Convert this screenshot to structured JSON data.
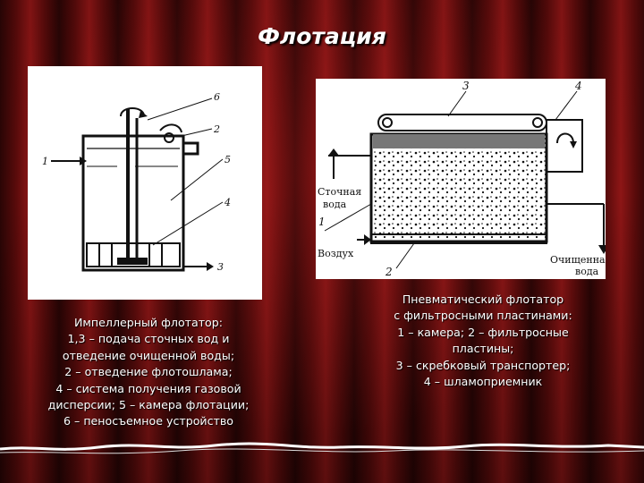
{
  "slide": {
    "title": "Флотация"
  },
  "left_diagram": {
    "labels": [
      "1",
      "2",
      "3",
      "4",
      "5",
      "6"
    ],
    "caption_lines": [
      "Импеллерный флотатор:",
      "1,3 – подача сточных вод и",
      "отведение очищенной воды;",
      "2 – отведение флотошлама;",
      "4 – система получения газовой",
      "дисперсии; 5 – камера флотации;",
      "6 – пеносъемное устройство"
    ]
  },
  "right_diagram": {
    "number_labels": [
      "1",
      "2",
      "3",
      "4"
    ],
    "text_labels": {
      "inlet_line1": "Сточная",
      "inlet_line2": "вода",
      "air": "Воздух",
      "outlet_line1": "Очищенная",
      "outlet_line2": "вода"
    },
    "caption_lines": [
      "Пневматический флотатор",
      "с фильтросными пластинами:",
      "1 – камера; 2 – фильтросные",
      "пластины;",
      "3 – скребковый транспортер;",
      "4 – шламоприемник"
    ]
  },
  "colors": {
    "background_dark": "#2a0505",
    "background_mid": "#8e1616",
    "text": "#ffffff",
    "panel": "#ffffff",
    "ink": "#111111"
  }
}
